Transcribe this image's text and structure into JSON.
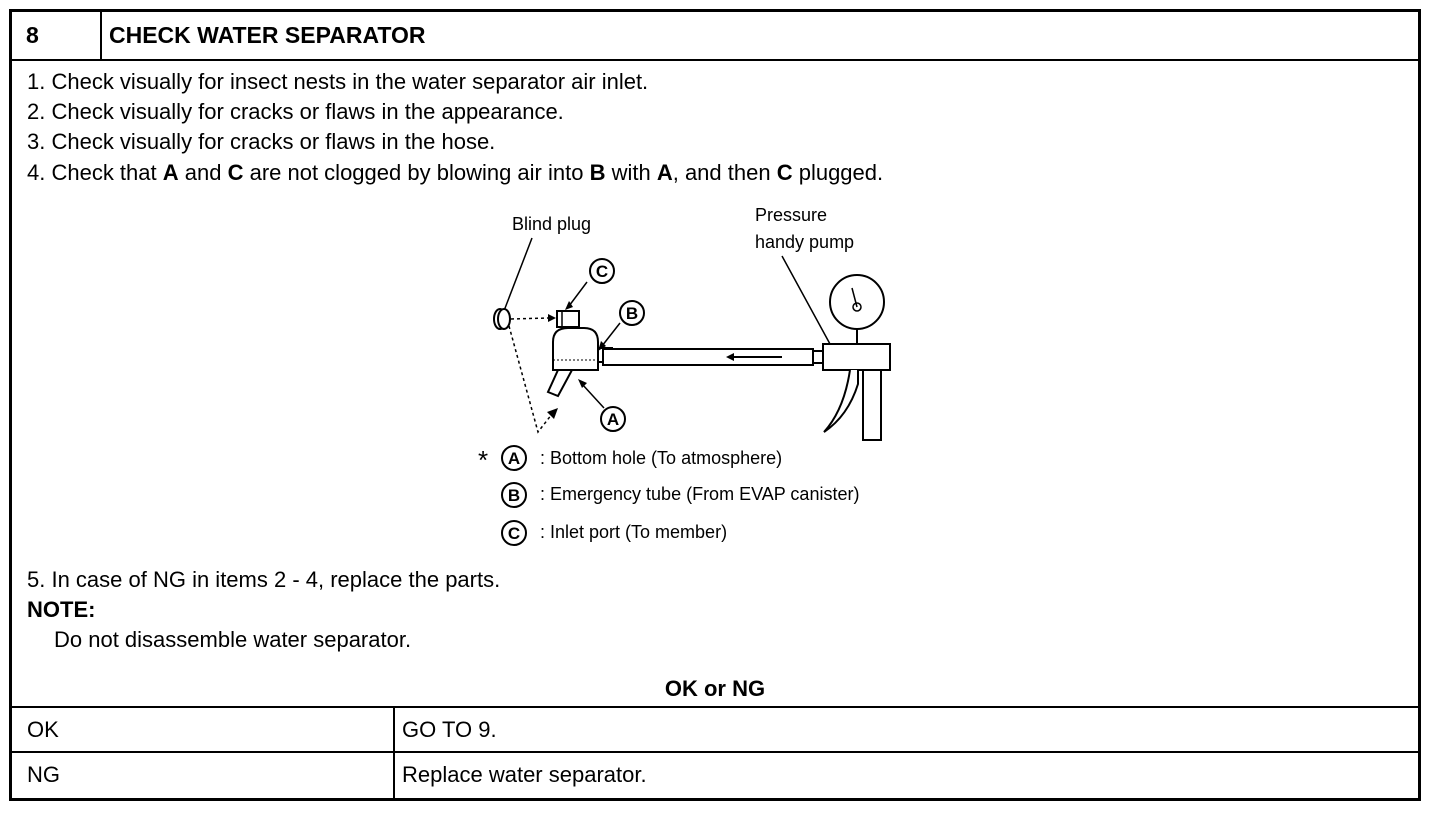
{
  "header": {
    "number": "8",
    "title": "CHECK WATER SEPARATOR"
  },
  "steps": [
    "1.  Check visually for insect nests in the water separator air inlet.",
    "2.  Check visually for cracks or flaws in the appearance.",
    "3.  Check visually for cracks or flaws in the hose."
  ],
  "step4": {
    "p1": "4.  Check that ",
    "a1": "A",
    "p2": " and ",
    "c1": "C",
    "p3": " are not clogged by blowing air into ",
    "b1": "B",
    "p4": " with ",
    "a2": "A",
    "p5": ", and then ",
    "c2": "C",
    "p6": " plugged."
  },
  "diagram": {
    "blind_plug": "Blind plug",
    "pump_line1": "Pressure",
    "pump_line2": "handy pump",
    "circle_a": "A",
    "circle_b": "B",
    "circle_c": "C",
    "asterisk": "*",
    "legend_a": ": Bottom hole (To atmosphere)",
    "legend_b": ": Emergency tube (From EVAP canister)",
    "legend_c": ": Inlet port (To member)"
  },
  "step5": "5.  In case of NG in items 2 - 4, replace the parts.",
  "note_label": "NOTE:",
  "note_text": "Do not disassemble water separator.",
  "result_header": "OK or NG",
  "results": [
    {
      "label": "OK",
      "action": "GO TO 9."
    },
    {
      "label": "NG",
      "action": "Replace water separator."
    }
  ]
}
